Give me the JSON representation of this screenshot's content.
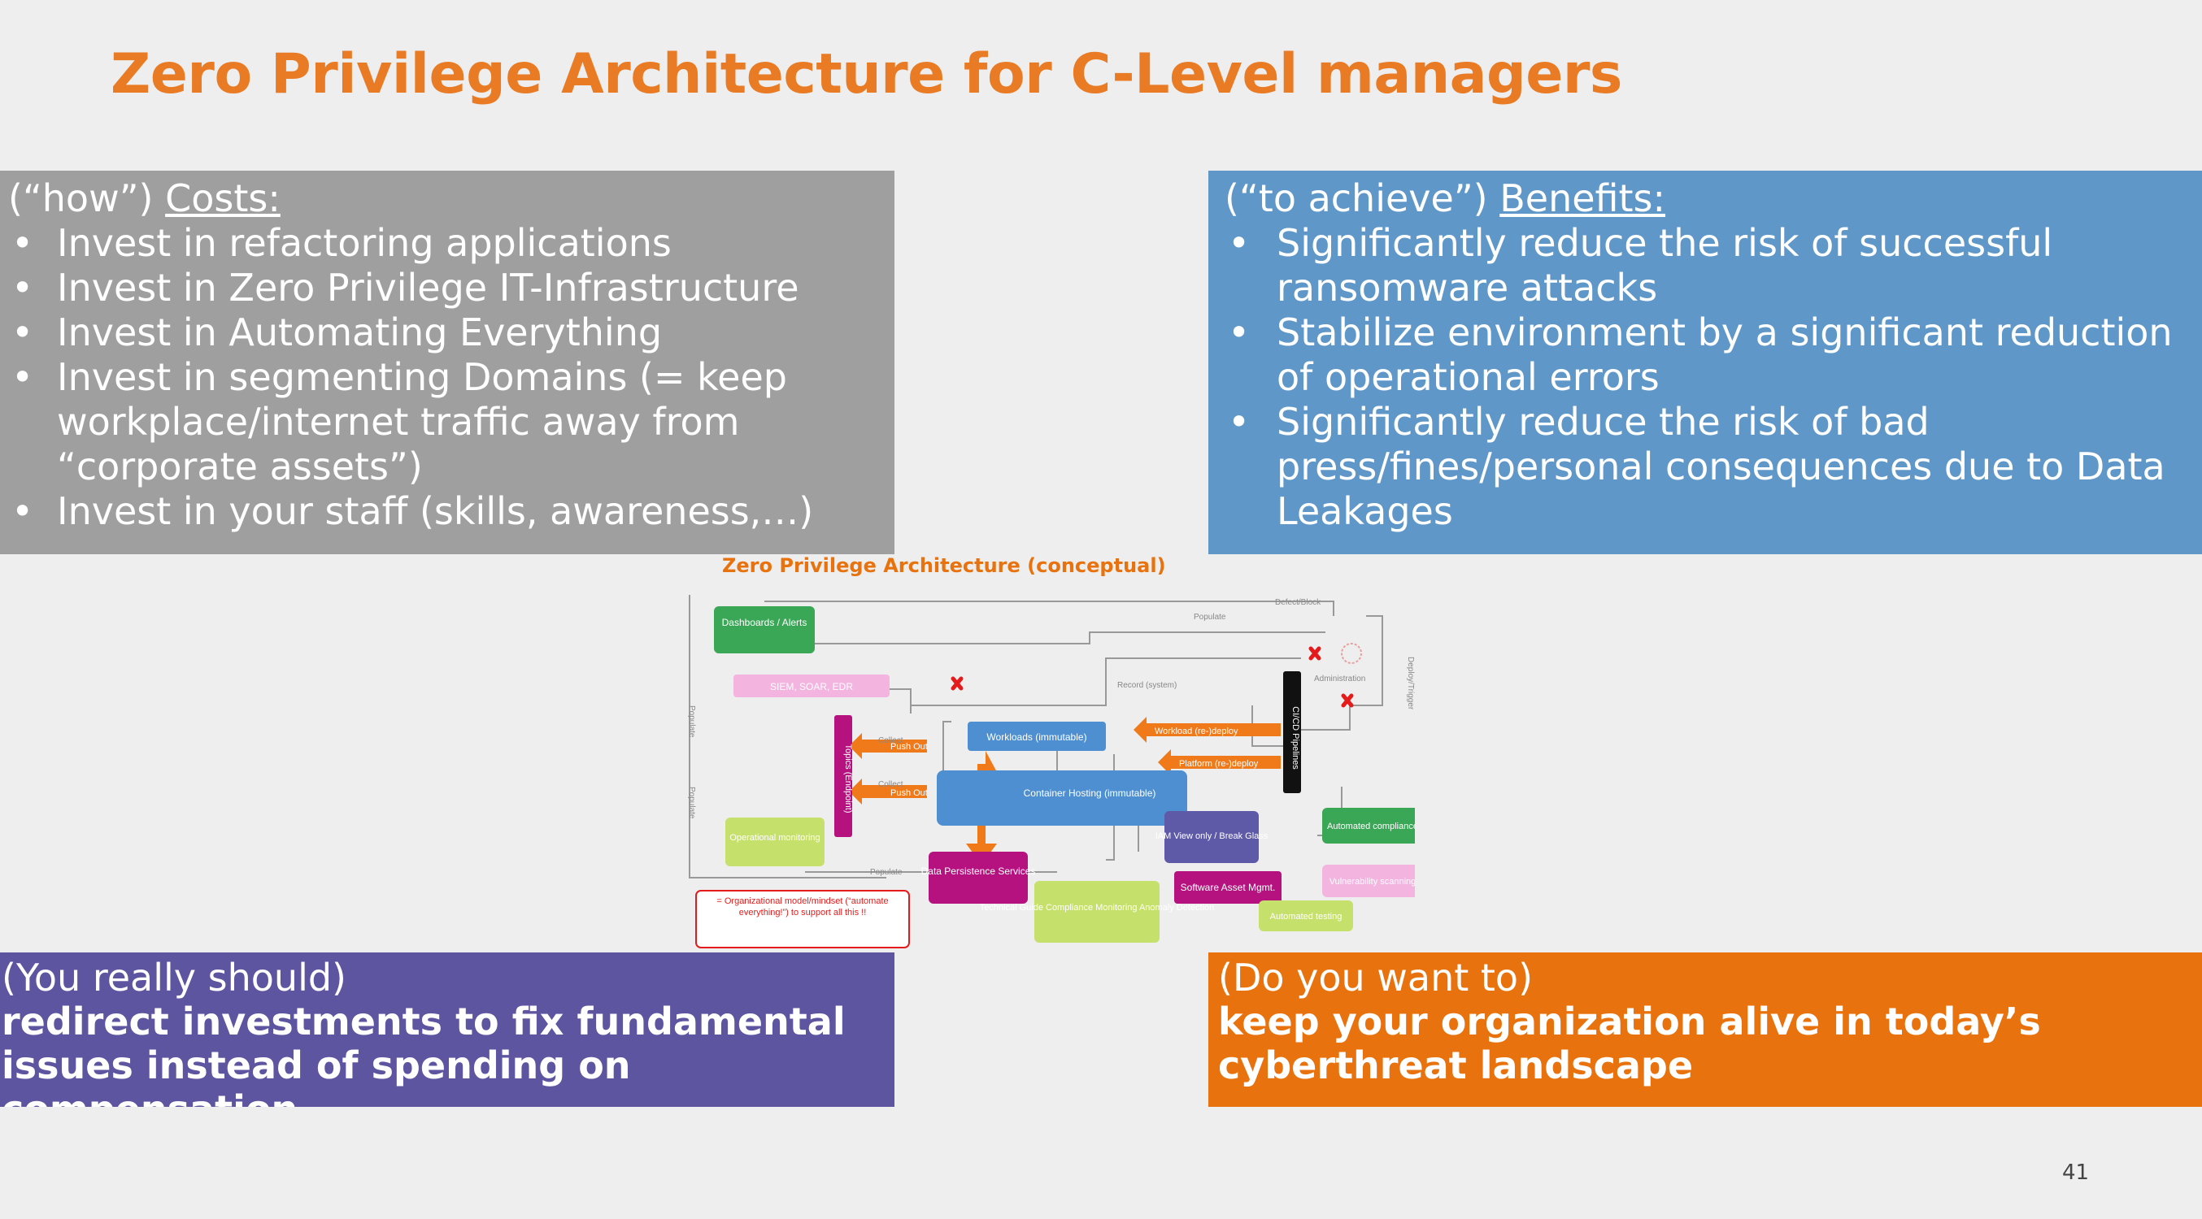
{
  "slide": {
    "title": "Zero Privilege Architecture for C-Level managers",
    "page_number": "41"
  },
  "costs": {
    "prefix": "(“how”)",
    "heading": "Costs:",
    "items": [
      "Invest in refactoring applications",
      "Invest in Zero Privilege IT-Infrastructure",
      "Invest in Automating Everything",
      "Invest in segmenting Domains (= keep workplace/internet traffic away from “corporate assets”)",
      "Invest in your staff (skills, awareness,…)"
    ]
  },
  "benefits": {
    "prefix": "(“to achieve”)",
    "heading": "Benefits:",
    "items": [
      "Significantly reduce the risk of successful ransomware attacks",
      "Stabilize environment by a significant reduction of operational errors",
      "Significantly reduce the risk of bad press/fines/personal consequences due to Data Leakages"
    ]
  },
  "redirect": {
    "lead": "(You really should)",
    "main": "redirect investments to fix fundamental issues instead of spending on compensation"
  },
  "alive": {
    "lead": "(Do you want to)",
    "main": "keep your organization alive in today’s cyberthreat landscape"
  },
  "diagram": {
    "title": "Zero Privilege Architecture (conceptual)",
    "nodes": {
      "dashboards": "Dashboards / Alerts",
      "siem": "SIEM, SOAR, EDR",
      "workloads": "Workloads (immutable)",
      "container": "Container Hosting (immutable)",
      "data": "Data Persistence Services",
      "ops": "Operational monitoring",
      "compliance_monitoring": "Technical Guide Compliance Monitoring Anomaly Detection",
      "iam": "IAM View only / Break Glass",
      "sam": "Software Asset Mgmt.",
      "auto_compliance": "Automated compliance",
      "vuln": "Vulnerability scanning",
      "pen": "Automated testing",
      "cicd": "CI/CD Pipelines",
      "topics": "Topics (Endpoint)",
      "org": "= Organizational model/mindset (“automate everything!”) to support all this !!"
    },
    "labels": {
      "push_out": "Push Out",
      "workload_deploy": "Workload (re-)deploy",
      "platform_deploy": "Platform (re-)deploy",
      "populate": "Populate",
      "collect": "Collect",
      "defect": "Defect/Block",
      "record": "Record (system)",
      "admin": "Administration",
      "deploy_secure": "Deploy/Trigger"
    },
    "colors": {
      "green": "#3aa757",
      "orange": "#f07a1a",
      "blue": "#4d8fd1",
      "purple": "#5e5aa8",
      "magenta": "#b6127f",
      "lime": "#c6e06c",
      "pink": "#f3b5e0",
      "red": "#e31b1b"
    }
  }
}
